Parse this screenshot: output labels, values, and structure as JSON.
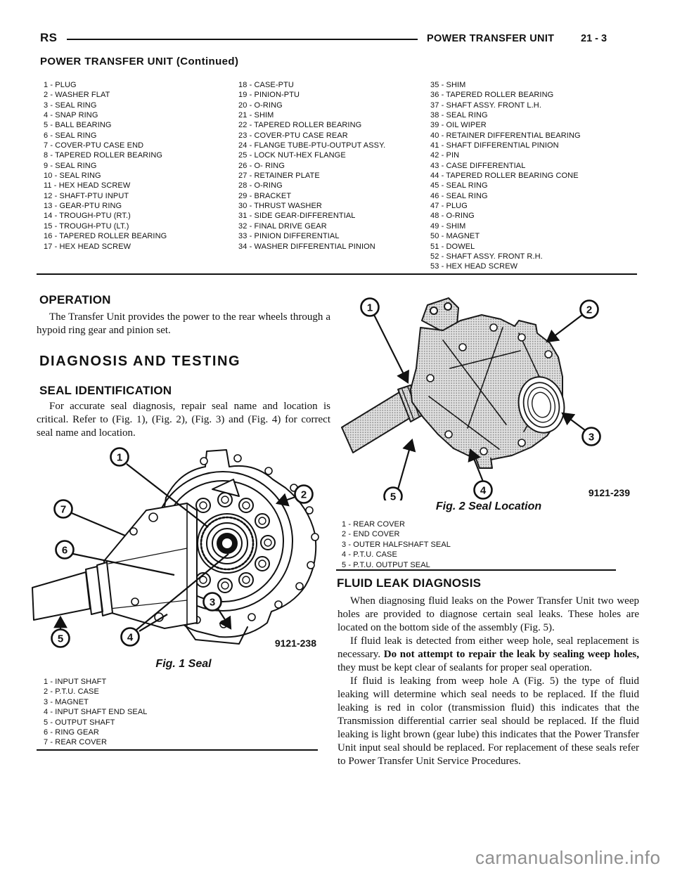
{
  "header": {
    "code": "RS",
    "title": "POWER TRANSFER UNIT",
    "page": "21 - 3",
    "continued": "POWER TRANSFER UNIT (Continued)"
  },
  "parts_list": {
    "col1": [
      "1 - PLUG",
      "2 - WASHER FLAT",
      "3 - SEAL RING",
      "4 - SNAP RING",
      "5 - BALL BEARING",
      "6 - SEAL RING",
      "7 - COVER-PTU CASE END",
      "8 - TAPERED ROLLER BEARING",
      "9 - SEAL RING",
      "10 - SEAL RING",
      "11 - HEX HEAD SCREW",
      "12 - SHAFT-PTU INPUT",
      "13 - GEAR-PTU RING",
      "14 - TROUGH-PTU (RT.)",
      "15 - TROUGH-PTU (LT.)",
      "16 - TAPERED ROLLER BEARING",
      "17 - HEX HEAD SCREW"
    ],
    "col2": [
      "18 - CASE-PTU",
      "19 - PINION-PTU",
      "20 - O-RING",
      "21 - SHIM",
      "22 - TAPERED ROLLER BEARING",
      "23 - COVER-PTU CASE REAR",
      "24 - FLANGE TUBE-PTU-OUTPUT ASSY.",
      "25 - LOCK NUT-HEX FLANGE",
      "26 - O- RING",
      "27 - RETAINER PLATE",
      "28 - O-RING",
      "29 - BRACKET",
      "30 - THRUST WASHER",
      "31 - SIDE GEAR-DIFFERENTIAL",
      "32 - FINAL DRIVE GEAR",
      "33 - PINION DIFFERENTIAL",
      "34 - WASHER DIFFERENTIAL PINION"
    ],
    "col3": [
      "35 - SHIM",
      "36 - TAPERED ROLLER BEARING",
      "37 - SHAFT ASSY. FRONT L.H.",
      "38 - SEAL RING",
      "39 - OIL WIPER",
      "40 - RETAINER DIFFERENTIAL BEARING",
      "41 - SHAFT DIFFERENTIAL PINION",
      "42 - PIN",
      "43 - CASE DIFFERENTIAL",
      "44 - TAPERED ROLLER BEARING CONE",
      "45 - SEAL RING",
      "46 - SEAL RING",
      "47 - PLUG",
      "48 - O-RING",
      "49 - SHIM",
      "50 - MAGNET",
      "51 - DOWEL",
      "52 - SHAFT ASSY. FRONT R.H.",
      "53 - HEX HEAD SCREW"
    ]
  },
  "operation": {
    "heading": "OPERATION",
    "body": "The Transfer Unit provides the power to the rear wheels through a hypoid ring gear and pinion set."
  },
  "diagnosis": {
    "heading": "DIAGNOSIS AND TESTING"
  },
  "seal_identification": {
    "heading": "SEAL IDENTIFICATION",
    "body": "For accurate seal diagnosis, repair seal name and location is critical. Refer to (Fig. 1), (Fig. 2), (Fig. 3) and (Fig. 4) for correct seal name and location."
  },
  "fig1": {
    "caption": "Fig. 1 Seal",
    "code": "9121-238",
    "callouts": [
      "1",
      "2",
      "3",
      "4",
      "5",
      "6",
      "7"
    ],
    "legend": [
      "1 - INPUT SHAFT",
      "2 - P.T.U. CASE",
      "3 - MAGNET",
      "4 - INPUT SHAFT END SEAL",
      "5 - OUTPUT SHAFT",
      "6 - RING GEAR",
      "7 - REAR COVER"
    ]
  },
  "fig2": {
    "caption": "Fig. 2 Seal Location",
    "code": "9121-239",
    "callouts": [
      "1",
      "2",
      "3",
      "4",
      "5"
    ],
    "legend": [
      "1 - REAR COVER",
      "2 - END COVER",
      "3 - OUTER HALFSHAFT SEAL",
      "4 - P.T.U. CASE",
      "5 - P.T.U. OUTPUT SEAL"
    ]
  },
  "fluid_leak": {
    "heading": "FLUID LEAK DIAGNOSIS",
    "para1": "When diagnosing fluid leaks on the Power Transfer Unit two weep holes are provided to diagnose certain seal leaks. These holes are located on the bottom side of the assembly (Fig. 5).",
    "para2_start": "If fluid leak is detected from either weep hole, seal replacement is necessary. ",
    "para2_bold": "Do not attempt to repair the leak by sealing weep holes,",
    "para2_end": " they must be kept clear of sealants for proper seal operation.",
    "para3": "If fluid is leaking from weep hole A (Fig. 5) the type of fluid leaking will determine which seal needs to be replaced. If the fluid leaking is red in color (transmission fluid) this indicates that the Transmission differential carrier seal should be replaced. If the fluid leaking is light brown (gear lube) this indicates that the Power Transfer Unit input seal should be replaced. For replacement of these seals refer to Power Transfer Unit Service Procedures."
  },
  "watermark": "carmanualsonline.info",
  "colors": {
    "text": "#111111",
    "watermark": "#8f8f8f"
  }
}
